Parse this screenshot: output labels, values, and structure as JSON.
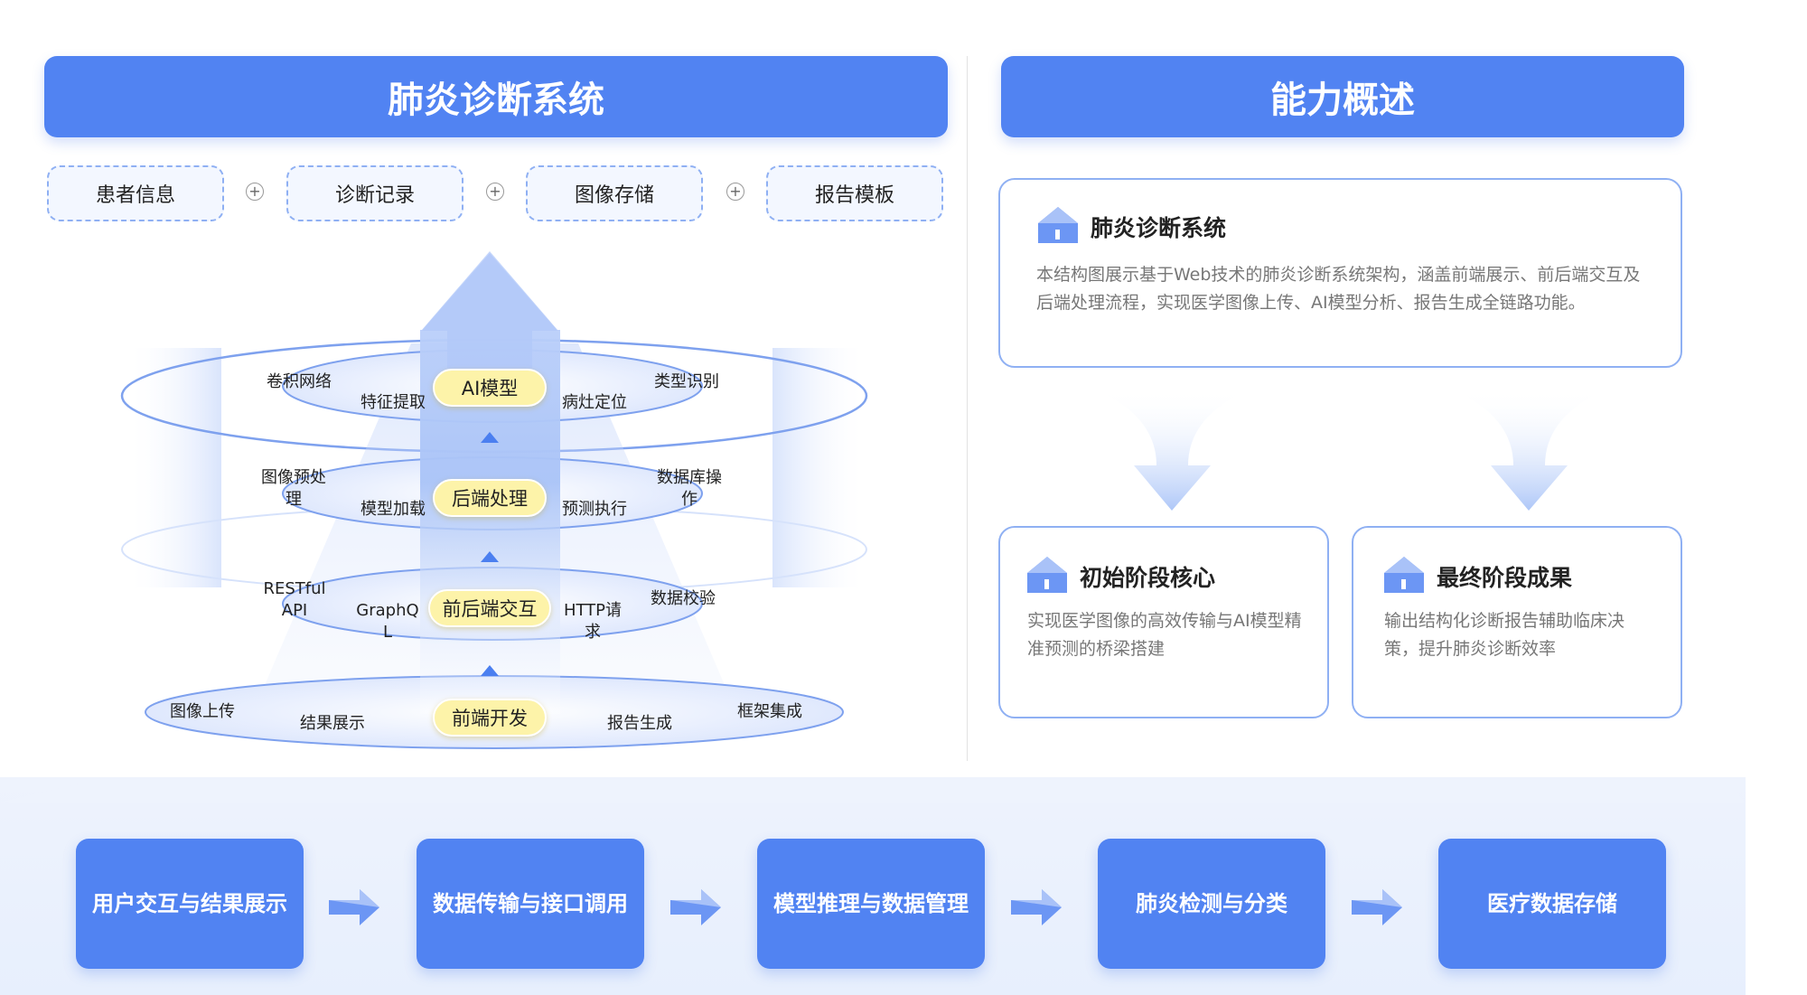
{
  "left_title": "肺炎诊断系统",
  "right_title": "能力概述",
  "tags": [
    "患者信息",
    "诊断记录",
    "图像存储",
    "报告模板"
  ],
  "plus_symbol": "+",
  "layers": {
    "ai": {
      "center": "AI模型",
      "items": [
        "卷积网络",
        "特征提取",
        "病灶定位",
        "类型识别"
      ]
    },
    "post": {
      "center": "后端处理",
      "items": [
        "图像预处\n理",
        "模型加载",
        "预测执行",
        "数据库操\n作"
      ]
    },
    "interaction": {
      "center": "前后端交互",
      "items": [
        "RESTful\nAPI",
        "GraphQ\nL",
        "HTTP请\n求",
        "数据校验"
      ]
    },
    "frontend": {
      "center": "前端开发",
      "items": [
        "图像上传",
        "结果展示",
        "报告生成",
        "框架集成"
      ]
    }
  },
  "overview_card": {
    "title": "肺炎诊断系统",
    "text": "本结构图展示基于Web技术的肺炎诊断系统架构，涵盖前端展示、前后端交互及后端处理流程，实现医学图像上传、AI模型分析、报告生成全链路功能。"
  },
  "initial_card": {
    "title": "初始阶段核心",
    "text": "实现医学图像的高效传输与AI模型精准预测的桥梁搭建"
  },
  "final_card": {
    "title": "最终阶段成果",
    "text": "输出结构化诊断报告辅助临床决策，提升肺炎诊断效率"
  },
  "flow": [
    "用户交互与结果展示",
    "数据传输与接口调用",
    "模型推理与数据管理",
    "肺炎检测与分类",
    "医疗数据存储"
  ],
  "colors": {
    "primary": "#5183f2",
    "pill": "#fdf3a9",
    "dashed_border": "#8fb0f3",
    "band": "#eef3fd"
  }
}
